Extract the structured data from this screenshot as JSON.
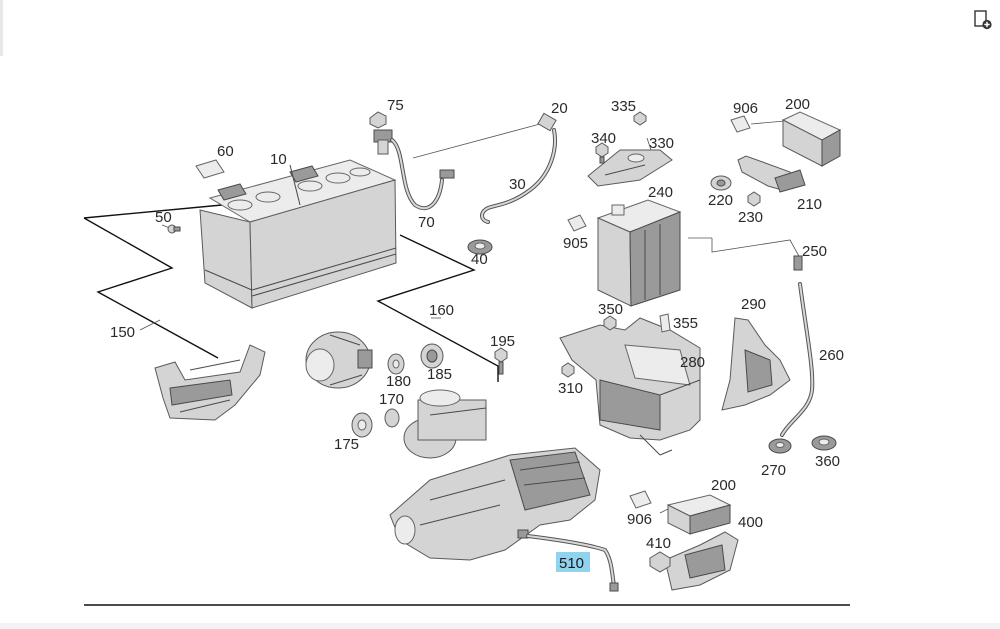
{
  "diagram": {
    "labels": [
      {
        "id": "10",
        "text": "10"
      },
      {
        "id": "20",
        "text": "20"
      },
      {
        "id": "30",
        "text": "30"
      },
      {
        "id": "40",
        "text": "40"
      },
      {
        "id": "50",
        "text": "50"
      },
      {
        "id": "60",
        "text": "60"
      },
      {
        "id": "70",
        "text": "70"
      },
      {
        "id": "75",
        "text": "75"
      },
      {
        "id": "150",
        "text": "150"
      },
      {
        "id": "160",
        "text": "160"
      },
      {
        "id": "170",
        "text": "170"
      },
      {
        "id": "175",
        "text": "175"
      },
      {
        "id": "180",
        "text": "180"
      },
      {
        "id": "185",
        "text": "185"
      },
      {
        "id": "195",
        "text": "195"
      },
      {
        "id": "200a",
        "text": "200"
      },
      {
        "id": "200b",
        "text": "200"
      },
      {
        "id": "210",
        "text": "210"
      },
      {
        "id": "220",
        "text": "220"
      },
      {
        "id": "230",
        "text": "230"
      },
      {
        "id": "240",
        "text": "240"
      },
      {
        "id": "250",
        "text": "250"
      },
      {
        "id": "260",
        "text": "260"
      },
      {
        "id": "270",
        "text": "270"
      },
      {
        "id": "280",
        "text": "280"
      },
      {
        "id": "290",
        "text": "290"
      },
      {
        "id": "310",
        "text": "310"
      },
      {
        "id": "330",
        "text": "330"
      },
      {
        "id": "335",
        "text": "335"
      },
      {
        "id": "340",
        "text": "340"
      },
      {
        "id": "350",
        "text": "350"
      },
      {
        "id": "355",
        "text": "355"
      },
      {
        "id": "360",
        "text": "360"
      },
      {
        "id": "400",
        "text": "400"
      },
      {
        "id": "410",
        "text": "410"
      },
      {
        "id": "510",
        "text": "510"
      },
      {
        "id": "905",
        "text": "905"
      },
      {
        "id": "906a",
        "text": "906"
      },
      {
        "id": "906b",
        "text": "906"
      }
    ],
    "highlighted_label": "510",
    "highlight_color": "#8fd3ee"
  },
  "toolbar": {
    "add_button_icon": "add-to-list-icon"
  }
}
